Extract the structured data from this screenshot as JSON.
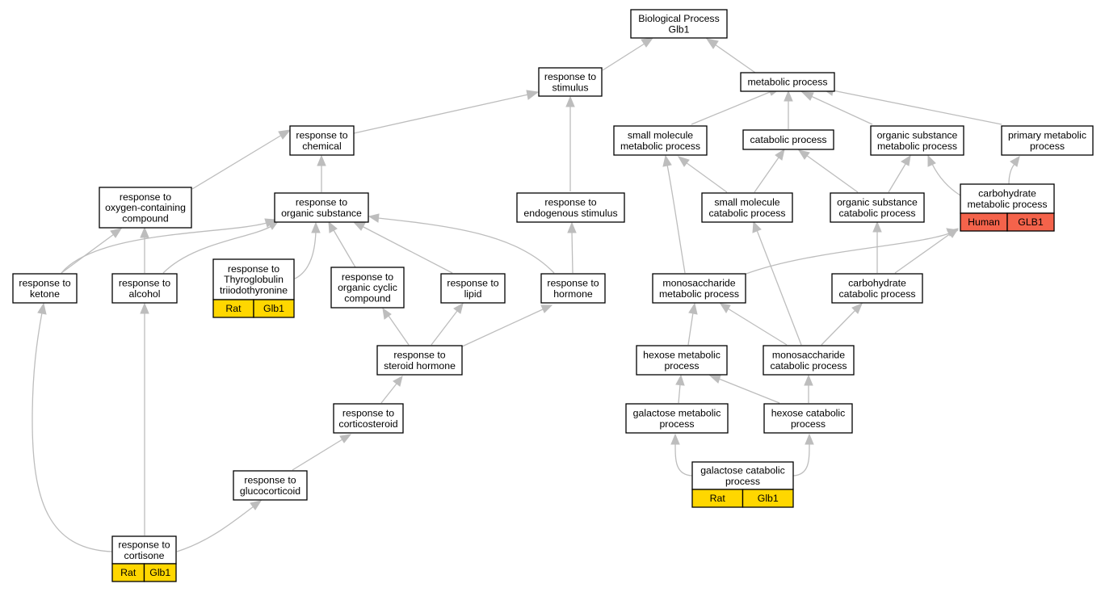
{
  "colors": {
    "rat": "#ffd700",
    "human": "#f4634b",
    "edge": "#bdbdbd"
  },
  "nodes": {
    "bp": [
      "Biological Process",
      "Glb1"
    ],
    "resp_stim": [
      "response to",
      "stimulus"
    ],
    "metab": [
      "metabolic process"
    ],
    "resp_chem": [
      "response to",
      "chemical"
    ],
    "small_mol_metab": [
      "small molecule",
      "metabolic process"
    ],
    "catab": [
      "catabolic process"
    ],
    "org_sub_metab": [
      "organic substance",
      "metabolic process"
    ],
    "prim_metab": [
      "primary metabolic",
      "process"
    ],
    "resp_oxy": [
      "response to",
      "oxygen-containing",
      "compound"
    ],
    "resp_org_sub": [
      "response to",
      "organic substance"
    ],
    "resp_endo": [
      "response to",
      "endogenous stimulus"
    ],
    "small_mol_catab": [
      "small molecule",
      "catabolic process"
    ],
    "org_sub_catab": [
      "organic substance",
      "catabolic process"
    ],
    "carb_metab": [
      "carbohydrate",
      "metabolic process"
    ],
    "resp_ketone": [
      "response to",
      "ketone"
    ],
    "resp_alcohol": [
      "response to",
      "alcohol"
    ],
    "resp_thyro": [
      "response to",
      "Thyroglobulin",
      "triiodothyronine"
    ],
    "resp_org_cyc": [
      "response to",
      "organic cyclic",
      "compound"
    ],
    "resp_lipid": [
      "response to",
      "lipid"
    ],
    "resp_hormone": [
      "response to",
      "hormone"
    ],
    "mono_metab": [
      "monosaccharide",
      "metabolic process"
    ],
    "carb_catab": [
      "carbohydrate",
      "catabolic process"
    ],
    "resp_steroid": [
      "response to",
      "steroid hormone"
    ],
    "hexose_metab": [
      "hexose metabolic",
      "process"
    ],
    "mono_catab": [
      "monosaccharide",
      "catabolic process"
    ],
    "resp_cortico": [
      "response to",
      "corticosteroid"
    ],
    "gal_metab": [
      "galactose metabolic",
      "process"
    ],
    "hexose_catab": [
      "hexose catabolic",
      "process"
    ],
    "resp_gluco": [
      "response to",
      "glucocorticoid"
    ],
    "gal_catab": [
      "galactose catabolic",
      "process"
    ],
    "resp_cortisone": [
      "response to",
      "cortisone"
    ]
  },
  "annotations": {
    "resp_thyro": [
      "Rat",
      "Glb1"
    ],
    "carb_metab": [
      "Human",
      "GLB1"
    ],
    "gal_catab": [
      "Rat",
      "Glb1"
    ],
    "resp_cortisone": [
      "Rat",
      "Glb1"
    ]
  }
}
